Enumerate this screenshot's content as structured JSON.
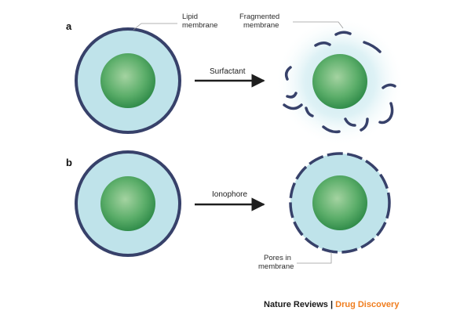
{
  "colors": {
    "membrane_edge": "#37416a",
    "cytoplasm": "#bfe3ea",
    "nucleus_center": "#a4d3a1",
    "nucleus_edge": "#2e8a48",
    "arrow": "#1e1e1e",
    "accent_orange": "#f07d1e"
  },
  "panel_a": {
    "letter": "a",
    "label_lipid_line1": "Lipid",
    "label_lipid_line2": "membrane",
    "arrow_label": "Surfactant",
    "label_fragmented_line1": "Fragmented",
    "label_fragmented_line2": "membrane"
  },
  "panel_b": {
    "letter": "b",
    "arrow_label": "Ionophore",
    "label_pores_line1": "Pores in",
    "label_pores_line2": "membrane"
  },
  "credit": {
    "publisher": "Nature Reviews",
    "separator": "|",
    "journal": "Drug Discovery"
  }
}
